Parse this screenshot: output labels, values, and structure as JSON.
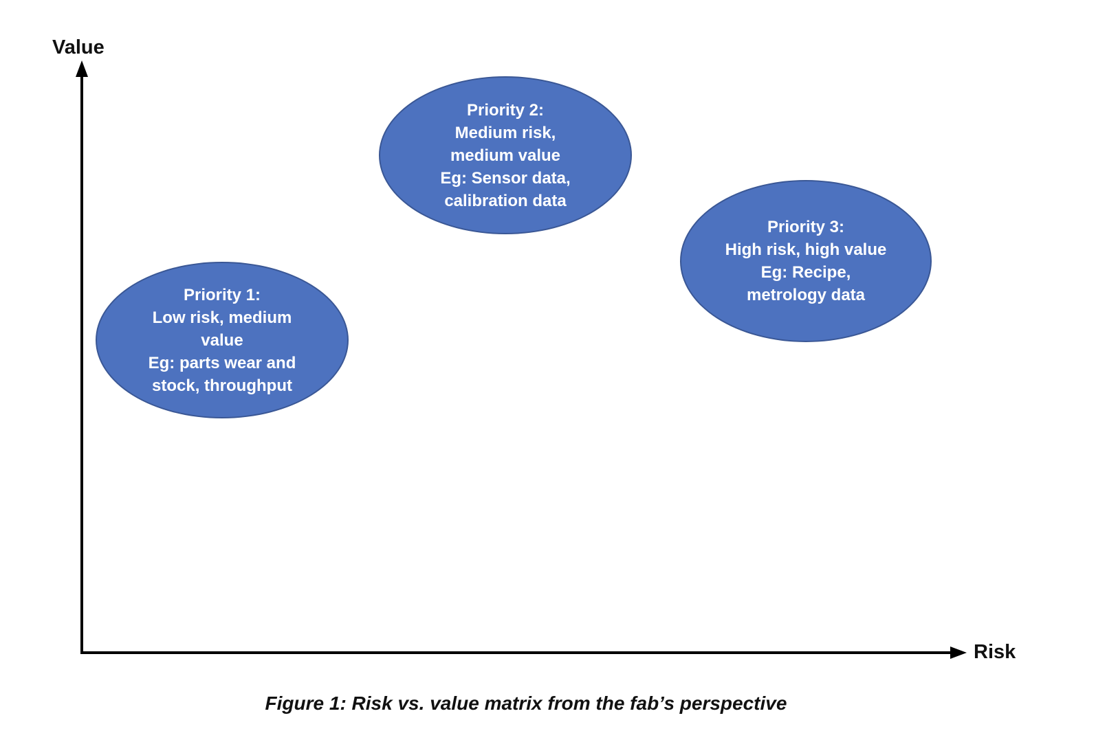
{
  "axes": {
    "y_label": "Value",
    "x_label": "Risk"
  },
  "ellipses": [
    {
      "id": "priority-1",
      "text": "Priority 1:\nLow risk, medium\nvalue\nEg: parts wear and\nstock, throughput"
    },
    {
      "id": "priority-2",
      "text": "Priority 2:\nMedium risk,\nmedium value\nEg: Sensor data,\ncalibration data"
    },
    {
      "id": "priority-3",
      "text": "Priority 3:\nHigh risk, high value\nEg: Recipe,\nmetrology data"
    }
  ],
  "caption": "Figure 1: Risk vs. value matrix from the fab’s perspective",
  "colors": {
    "ellipse_fill": "#4D72BF",
    "ellipse_border": "#3A5795",
    "ellipse_text": "#FFFFFF",
    "axis": "#000000",
    "label_text": "#111111"
  }
}
